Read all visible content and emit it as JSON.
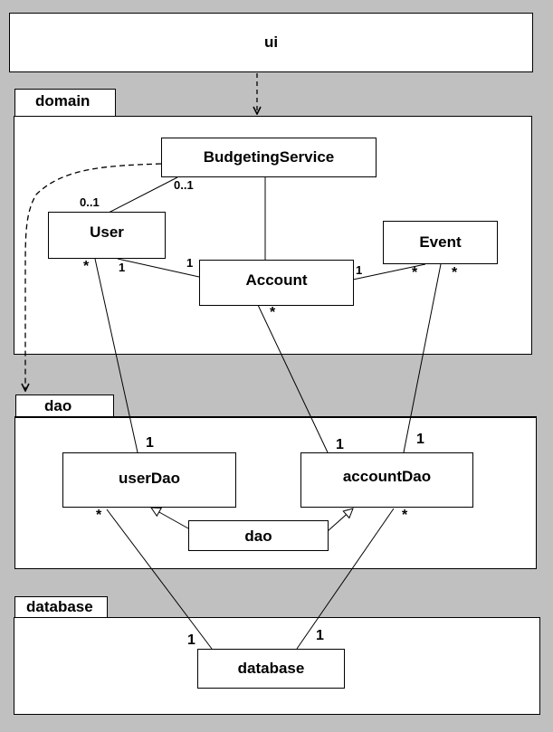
{
  "packages": {
    "ui": "ui",
    "domain": "domain",
    "dao": "dao",
    "database": "database"
  },
  "classes": {
    "budgeting_service": "BudgetingService",
    "user": "User",
    "event": "Event",
    "account": "Account",
    "user_dao": "userDao",
    "account_dao": "accountDao",
    "dao": "dao",
    "database": "database"
  },
  "multiplicities": {
    "bs_user_user_side": "0..1",
    "bs_user_bs_side": "0..1",
    "user_to_userdao": "*",
    "user_to_account_user_side": "1",
    "user_to_account_account_side": "1",
    "account_to_event_account_side": "1",
    "event_to_account_side": "*",
    "event_to_accountdao": "*",
    "account_to_accountdao": "*",
    "userdao_from_user": "1",
    "accountdao_from_account": "1",
    "accountdao_from_event": "1",
    "userdao_to_database": "*",
    "accountdao_to_database": "*",
    "database_from_userdao": "1",
    "database_from_accountdao": "1"
  }
}
